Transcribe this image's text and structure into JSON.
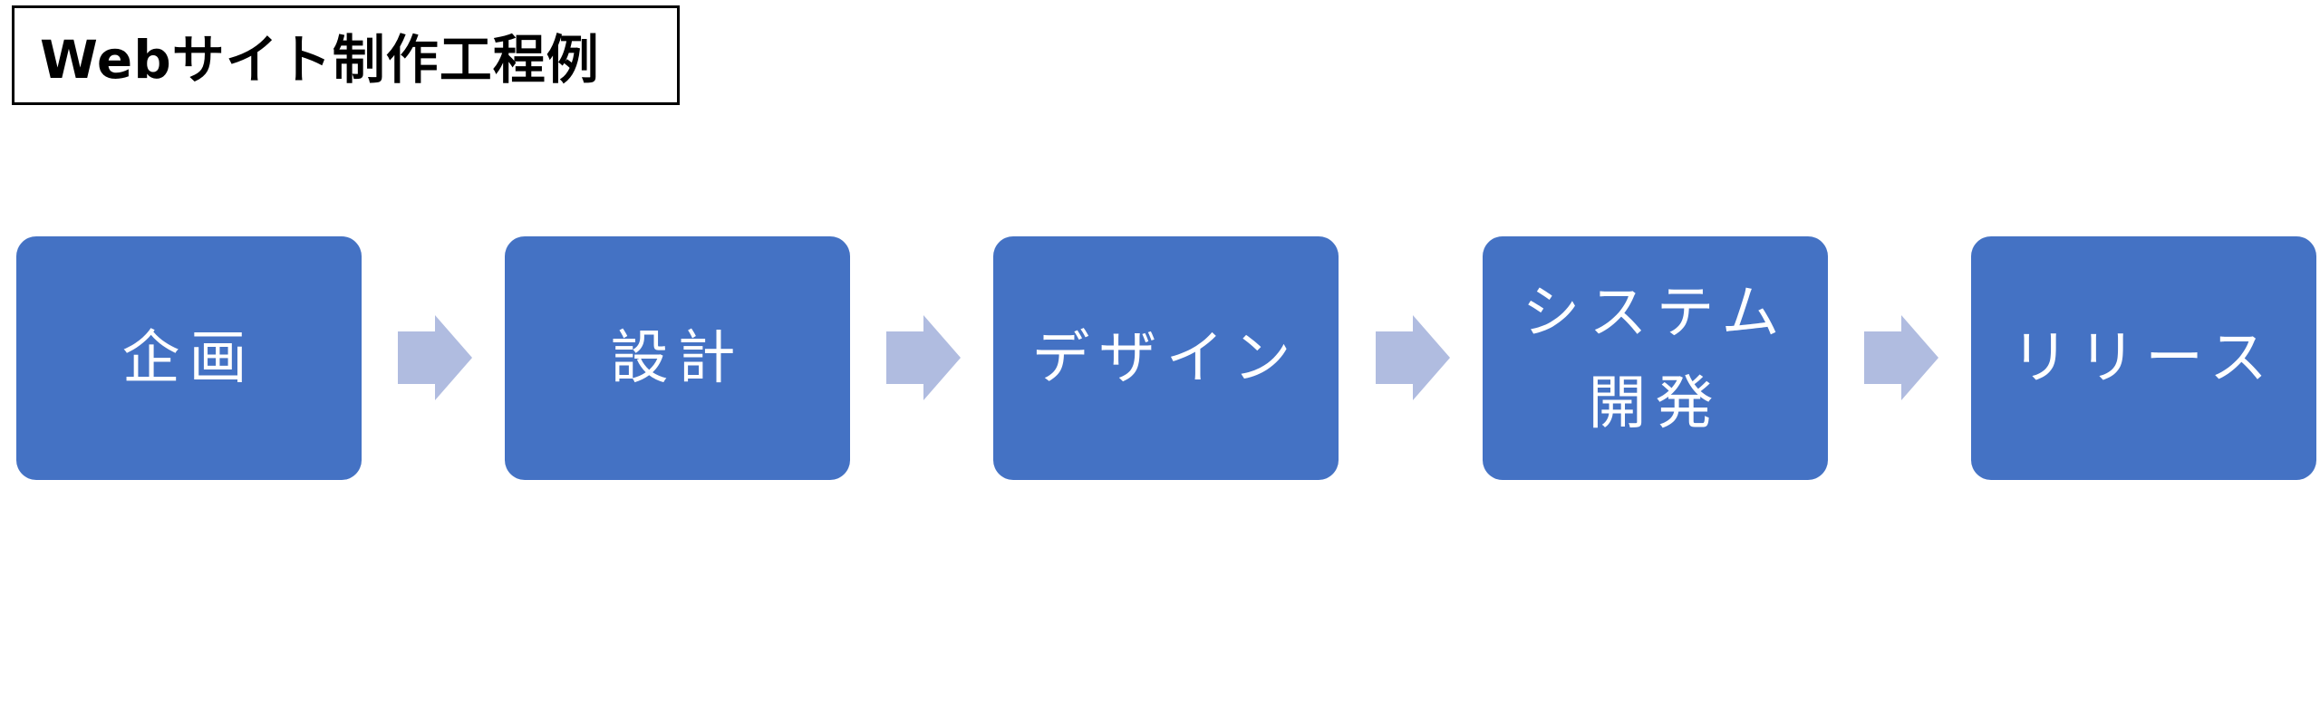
{
  "title": "Webサイト制作工程例",
  "colors": {
    "step_fill": "#4472C4",
    "arrow_fill": "#B0BCE0",
    "step_text": "#FFFFFF",
    "title_border": "#000000"
  },
  "steps": [
    {
      "label": "企画"
    },
    {
      "label": "設計"
    },
    {
      "label": "デザイン"
    },
    {
      "label": "システム\n開発"
    },
    {
      "label": "リリース"
    }
  ],
  "connectors": [
    {
      "icon": "right-arrow-icon"
    },
    {
      "icon": "right-arrow-icon"
    },
    {
      "icon": "right-arrow-icon"
    },
    {
      "icon": "right-arrow-icon"
    }
  ]
}
